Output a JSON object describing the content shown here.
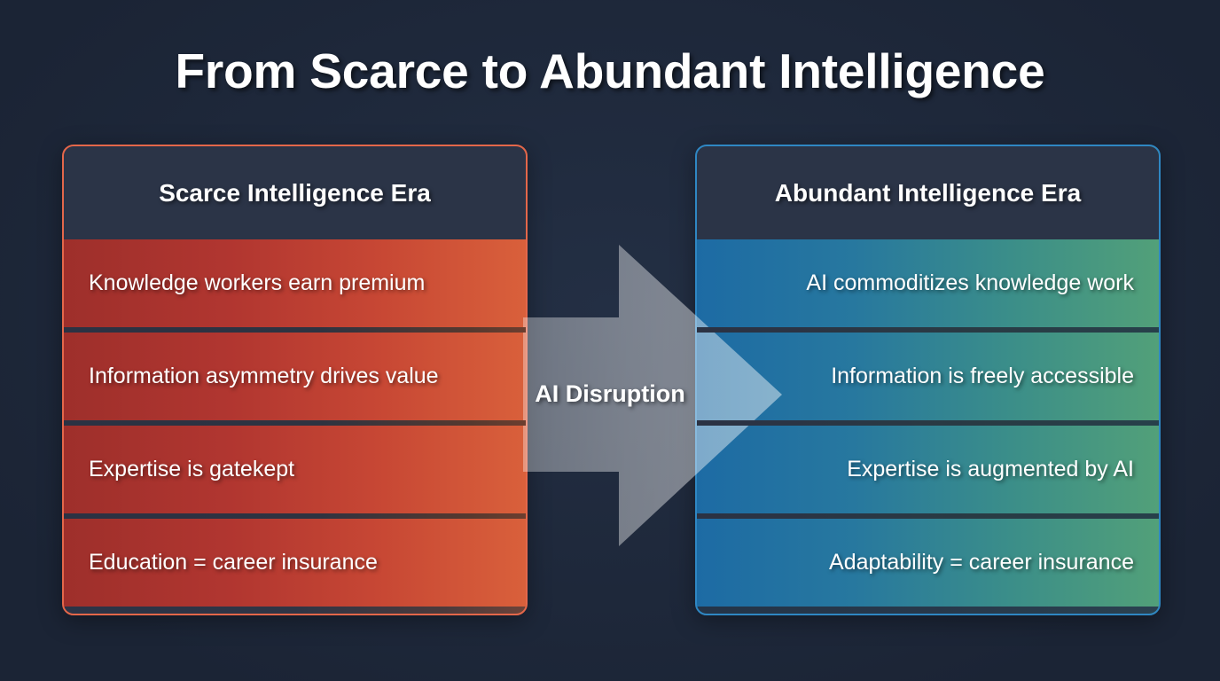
{
  "page": {
    "title": "From Scarce to Abundant Intelligence",
    "background_color": "#1b2435"
  },
  "arrow": {
    "label": "AI Disruption",
    "name": "ai-disruption-arrow",
    "direction": "left-to-right"
  },
  "panels": {
    "left": {
      "header": "Scarce Intelligence Era",
      "accent_color": "#e4674a",
      "gradient_from": "#9e2f2b",
      "gradient_to": "#d9603b",
      "header_color": "#2b3447",
      "items": [
        "Knowledge workers earn premium",
        "Information asymmetry drives value",
        "Expertise is gatekept",
        "Education = career insurance"
      ]
    },
    "right": {
      "header": "Abundant Intelligence Era",
      "accent_color": "#2f87c3",
      "gradient_from": "#1d6ba4",
      "gradient_to": "#52a079",
      "header_color": "#2b3447",
      "items": [
        "AI commoditizes knowledge work",
        "Information is freely accessible",
        "Expertise is augmented by AI",
        "Adaptability = career insurance"
      ]
    }
  }
}
